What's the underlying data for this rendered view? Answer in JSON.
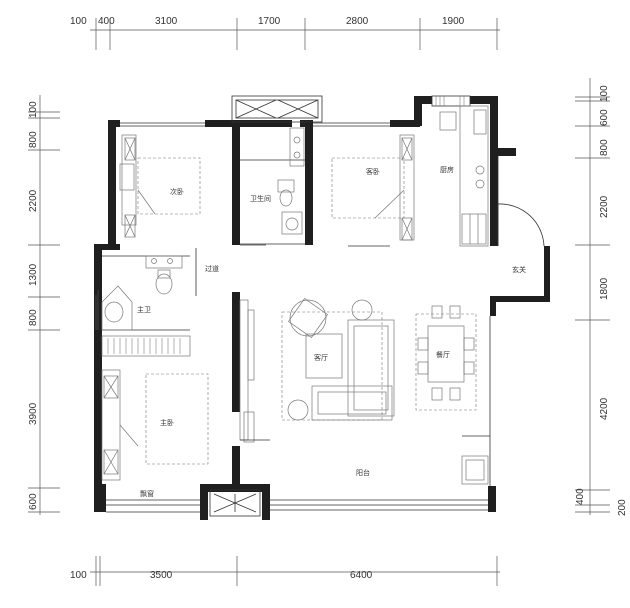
{
  "dimensions": {
    "top": [
      "100",
      "400",
      "3100",
      "1700",
      "2800",
      "1900"
    ],
    "bottom": [
      "100",
      "3500",
      "6400"
    ],
    "left": [
      "100",
      "800",
      "2200",
      "1300",
      "800",
      "3900",
      "600"
    ],
    "right": [
      "100",
      "600",
      "800",
      "2200",
      "1800",
      "4200",
      "400",
      "200"
    ]
  },
  "rooms": {
    "second_bedroom": "次卧",
    "bathroom": "卫生间",
    "guest_room": "客卧",
    "kitchen": "厨房",
    "entrance": "玄关",
    "corridor": "过道",
    "master_bath": "主卫",
    "living_room": "客厅",
    "dining_room": "餐厅",
    "master_bedroom": "主卧",
    "balcony": "阳台",
    "bay_window": "飘窗"
  }
}
